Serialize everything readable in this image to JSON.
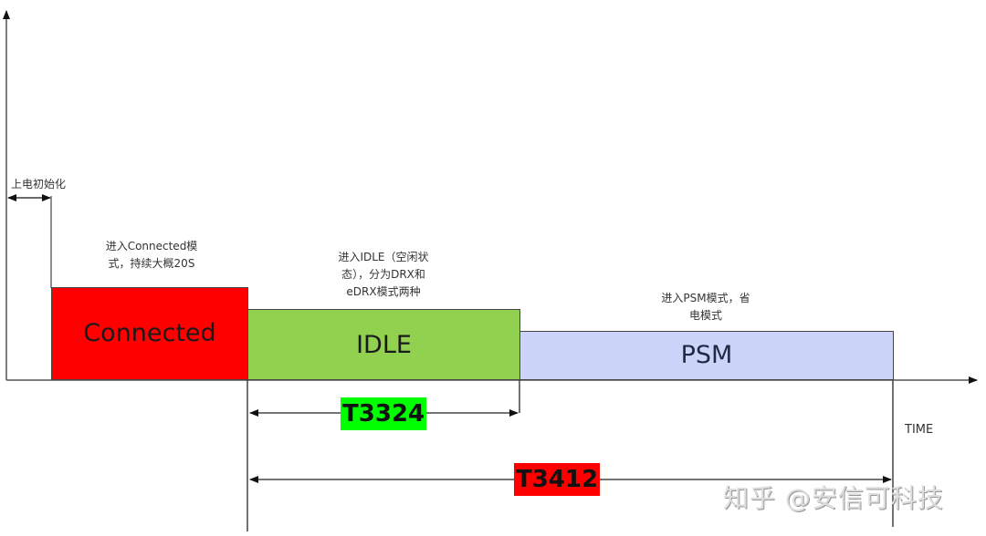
{
  "diagram": {
    "y_axis": {
      "label": ""
    },
    "x_axis": {
      "label": "TIME"
    },
    "power_on": {
      "label": "上电初始化"
    },
    "states": [
      {
        "name": "Connected",
        "color": "#ff0000",
        "note": [
          "进入Connected模",
          "式，持续大概20S"
        ]
      },
      {
        "name": "IDLE",
        "color": "#92d050",
        "note": [
          "进入IDLE（空闲状",
          "态），分为DRX和",
          "eDRX模式两种"
        ]
      },
      {
        "name": "PSM",
        "color": "#ccd4fa",
        "note": [
          "进入PSM模式，省",
          "电模式"
        ]
      }
    ],
    "timers": [
      {
        "name": "T3324",
        "color": "#00ff00"
      },
      {
        "name": "T3412",
        "color": "#ff0000"
      }
    ]
  },
  "watermark": "知乎 @安信可科技"
}
